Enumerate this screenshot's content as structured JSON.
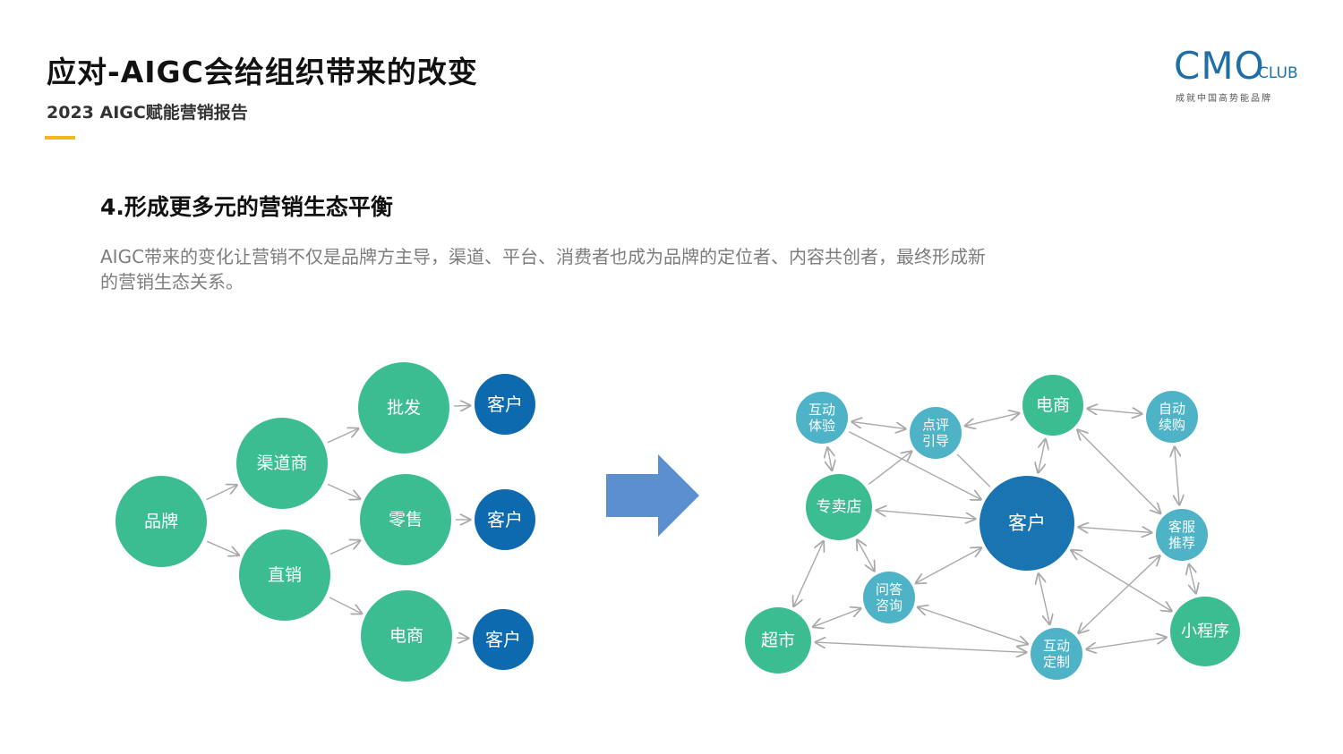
{
  "header": {
    "title": "应对-AIGC会给组织带来的改变",
    "subtitle": "2023 AIGC赋能营销报告",
    "accent_color": "#f2b81d"
  },
  "logo": {
    "main": "CMO",
    "club": "CLUB",
    "tagline": "成就中国高势能品牌",
    "color": "#1e6fa8"
  },
  "section": {
    "heading": "4.形成更多元的营销生态平衡",
    "description": "AIGC带来的变化让营销不仅是品牌方主导，渠道、平台、消费者也成为品牌的定位者、内容共创者，最终形成新的营销生态关系。"
  },
  "colors": {
    "green": "#3cbc91",
    "blue_dark": "#0e6aae",
    "blue_mid": "#1b74b2",
    "teal_light": "#4fb3c7",
    "arrow": "#5b8fd0",
    "edge": "#a9a9a9"
  },
  "left_diagram": {
    "nodes": [
      {
        "id": "brand",
        "label": "品牌",
        "color": "green"
      },
      {
        "id": "channel",
        "label": "渠道商",
        "color": "green"
      },
      {
        "id": "direct",
        "label": "直销",
        "color": "green"
      },
      {
        "id": "wholesale",
        "label": "批发",
        "color": "green"
      },
      {
        "id": "retail",
        "label": "零售",
        "color": "green"
      },
      {
        "id": "ecom",
        "label": "电商",
        "color": "green"
      },
      {
        "id": "cust1",
        "label": "客户",
        "color": "blue_dark"
      },
      {
        "id": "cust2",
        "label": "客户",
        "color": "blue_dark"
      },
      {
        "id": "cust3",
        "label": "客户",
        "color": "blue_dark"
      }
    ],
    "edges": [
      [
        "brand",
        "channel"
      ],
      [
        "brand",
        "direct"
      ],
      [
        "channel",
        "wholesale"
      ],
      [
        "channel",
        "retail"
      ],
      [
        "direct",
        "retail"
      ],
      [
        "direct",
        "ecom"
      ],
      [
        "wholesale",
        "cust1"
      ],
      [
        "retail",
        "cust2"
      ],
      [
        "ecom",
        "cust3"
      ]
    ]
  },
  "right_diagram": {
    "nodes": [
      {
        "id": "hd_ty",
        "label": "互动\n体验",
        "color": "teal_light"
      },
      {
        "id": "dp_yd",
        "label": "点评\n引导",
        "color": "teal_light"
      },
      {
        "id": "ds",
        "label": "电商",
        "color": "green"
      },
      {
        "id": "zd_xg",
        "label": "自动\n续购",
        "color": "teal_light"
      },
      {
        "id": "zmd",
        "label": "专卖店",
        "color": "green"
      },
      {
        "id": "kh",
        "label": "客户",
        "color": "blue_mid"
      },
      {
        "id": "kf_tj",
        "label": "客服\n推荐",
        "color": "teal_light"
      },
      {
        "id": "wd_zx",
        "label": "问答\n咨询",
        "color": "teal_light"
      },
      {
        "id": "cs",
        "label": "超市",
        "color": "green"
      },
      {
        "id": "hd_dz",
        "label": "互动\n定制",
        "color": "teal_light"
      },
      {
        "id": "xcx",
        "label": "小程序",
        "color": "green"
      }
    ],
    "edges": [
      [
        "hd_ty",
        "dp_yd",
        "both"
      ],
      [
        "dp_yd",
        "ds",
        "both"
      ],
      [
        "ds",
        "zd_xg",
        "both"
      ],
      [
        "hd_ty",
        "zmd",
        "both"
      ],
      [
        "zmd",
        "dp_yd",
        "end"
      ],
      [
        "hd_ty",
        "kh",
        "end"
      ],
      [
        "dp_yd",
        "kh",
        "none"
      ],
      [
        "ds",
        "kh",
        "both"
      ],
      [
        "zd_xg",
        "kf_tj",
        "both"
      ],
      [
        "zmd",
        "kh",
        "both"
      ],
      [
        "kh",
        "kf_tj",
        "both"
      ],
      [
        "ds",
        "kf_tj",
        "both"
      ],
      [
        "zmd",
        "wd_zx",
        "both"
      ],
      [
        "zmd",
        "cs",
        "both"
      ],
      [
        "wd_zx",
        "kh",
        "both"
      ],
      [
        "cs",
        "wd_zx",
        "both"
      ],
      [
        "wd_zx",
        "hd_dz",
        "both"
      ],
      [
        "kh",
        "hd_dz",
        "both"
      ],
      [
        "kh",
        "xcx",
        "both"
      ],
      [
        "kf_tj",
        "hd_dz",
        "both"
      ],
      [
        "kf_tj",
        "xcx",
        "both"
      ],
      [
        "hd_dz",
        "xcx",
        "both"
      ],
      [
        "cs",
        "hd_dz",
        "both"
      ]
    ]
  }
}
